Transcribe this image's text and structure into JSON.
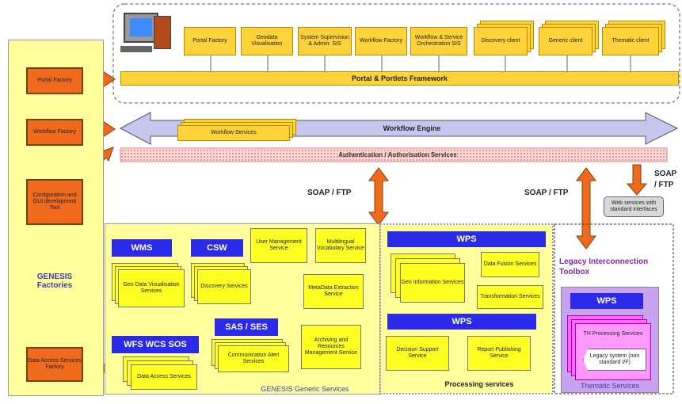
{
  "portal": {
    "items": [
      "Portal Factory",
      "Geodata Visualisation",
      "System Supervision & Admin. SIS",
      "Workflow Factory",
      "Workflow & Service Orchestration SIS"
    ],
    "clients": [
      "Discovery client",
      "Generic client",
      "Thematic client"
    ],
    "framework": "Portal & Portlets Framework"
  },
  "factories": {
    "portal": "Portal Factory",
    "workflow": "Workflow Factory",
    "config": "Configuration and GUI development Tool",
    "genesis": "GENESIS Factories",
    "data_access": "Data Access Services Factory"
  },
  "engine": {
    "workflow_engine": "Workflow Engine",
    "workflow_services": "Workflow Services",
    "auth": "Authentication / Authorisation Services"
  },
  "protocols": {
    "soap_ftp_1": "SOAP / FTP",
    "soap_ftp_2": "SOAP / FTP",
    "soap_ftp_3a": "SOAP",
    "soap_ftp_3b": "/ FTP"
  },
  "web_services": "Web services with standard interfaces",
  "generic": {
    "title": "GENESIS Generic Services",
    "wms": "WMS",
    "csw": "CSW",
    "sas": "SAS / SES",
    "wfs": "WFS WCS SOS",
    "geo_data": "Geo Data Visualisation Services",
    "discovery": "Discovery Services",
    "user_mgmt": "User Management Service",
    "multilingual": "Multilingual Vocabulary Service",
    "metadata": "MetaData Extraction Service",
    "comm_alert": "Communication Alert Services",
    "archiving": "Archiving and Resources Management Service",
    "data_access": "Data Access Services"
  },
  "processing": {
    "title": "Processing services",
    "wps1": "WPS",
    "wps2": "WPS",
    "geo_info": "Geo Information Services",
    "data_fusion": "Data Fusion Services",
    "transformation": "Transformation Services",
    "decision": "Decision Support Service",
    "report": "Report Publishing Service"
  },
  "legacy": {
    "title": "Legacy Interconnection Toolbox",
    "wps": "WPS",
    "th_proc": "TH Processing Services",
    "legacy_system": "Legacy system (non standard I/F)",
    "thematic": "Thematic Services"
  },
  "colors": {
    "orange": "#f06a1e",
    "gold": "#ffd23a",
    "yellow": "#ffff22",
    "blue": "#2a2ae8",
    "purple": "#c9a3f0",
    "lavender": "#c4c8ef"
  }
}
